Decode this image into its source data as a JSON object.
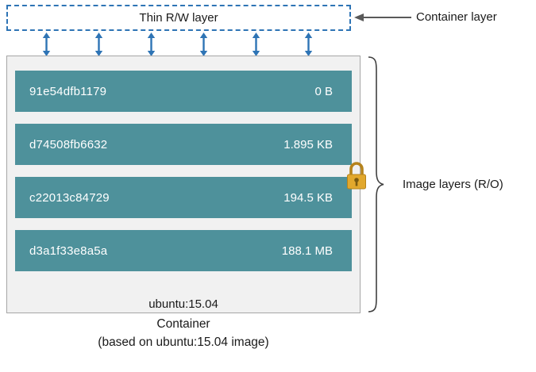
{
  "colors": {
    "teal": "#4e919b",
    "blue": "#2e74b5",
    "gray_box_bg": "#f1f1f1",
    "gray_box_border": "#a6a6a6",
    "lock_gold": "#e2a82d",
    "lock_gold_dark": "#b5831c",
    "lock_keyhole": "#7a5a10",
    "arrow_gray": "#595959",
    "brace_gray": "#404040"
  },
  "top": {
    "thin_rw_label": "Thin R/W layer",
    "container_layer_label": "Container layer"
  },
  "container_box": {
    "layers": [
      {
        "id": "91e54dfb1179",
        "size": "0 B"
      },
      {
        "id": "d74508fb6632",
        "size": "1.895 KB"
      },
      {
        "id": "c22013c84729",
        "size": "194.5 KB"
      },
      {
        "id": "d3a1f33e8a5a",
        "size": "188.1 MB"
      }
    ],
    "base_image_label": "ubuntu:15.04"
  },
  "right": {
    "image_layers_label": "Image layers (R/O)"
  },
  "caption": {
    "line1": "Container",
    "line2": "(based on ubuntu:15.04 image)"
  },
  "icons": {
    "lock": "lock-icon",
    "up_down_arrow": "up-down-arrow-icon",
    "left_arrow": "left-arrow-icon",
    "right_brace": "curly-brace-icon"
  }
}
